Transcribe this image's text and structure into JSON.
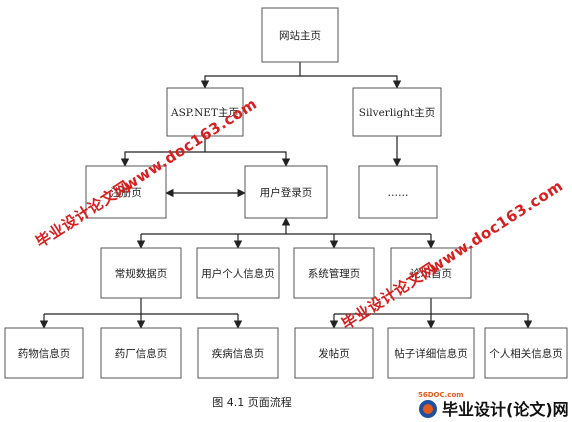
{
  "nodes": {
    "home": "网站主页",
    "asp_home": "ASP.NET主页",
    "silverlight_home": "Silverlight主页",
    "register": "注册页",
    "login": "用户登录页",
    "ellipsis": "……",
    "common_data": "常规数据页",
    "user_info": "用户个人信息页",
    "system_admin": "系统管理页",
    "forum": "论坛首页",
    "drug_info": "药物信息页",
    "factory_info": "药厂信息页",
    "disease_info": "疾病信息页",
    "post": "发帖页",
    "post_detail": "帖子详细信息页",
    "personal_related": "个人相关信息页"
  },
  "caption": "图 4.1  页面流程",
  "watermarks": {
    "site_a": "毕业设计论文网",
    "site_a_url": "www.doc163.com",
    "site_b": "毕业设计论文网",
    "site_b_url": "www.doc163.com"
  },
  "logo": {
    "small": "56DOC.com",
    "text": "毕业设计(论文)网"
  },
  "colors": {
    "watermark": "#d81e1e",
    "logo_accent": "#e25a1c",
    "box_border": "#555555"
  }
}
